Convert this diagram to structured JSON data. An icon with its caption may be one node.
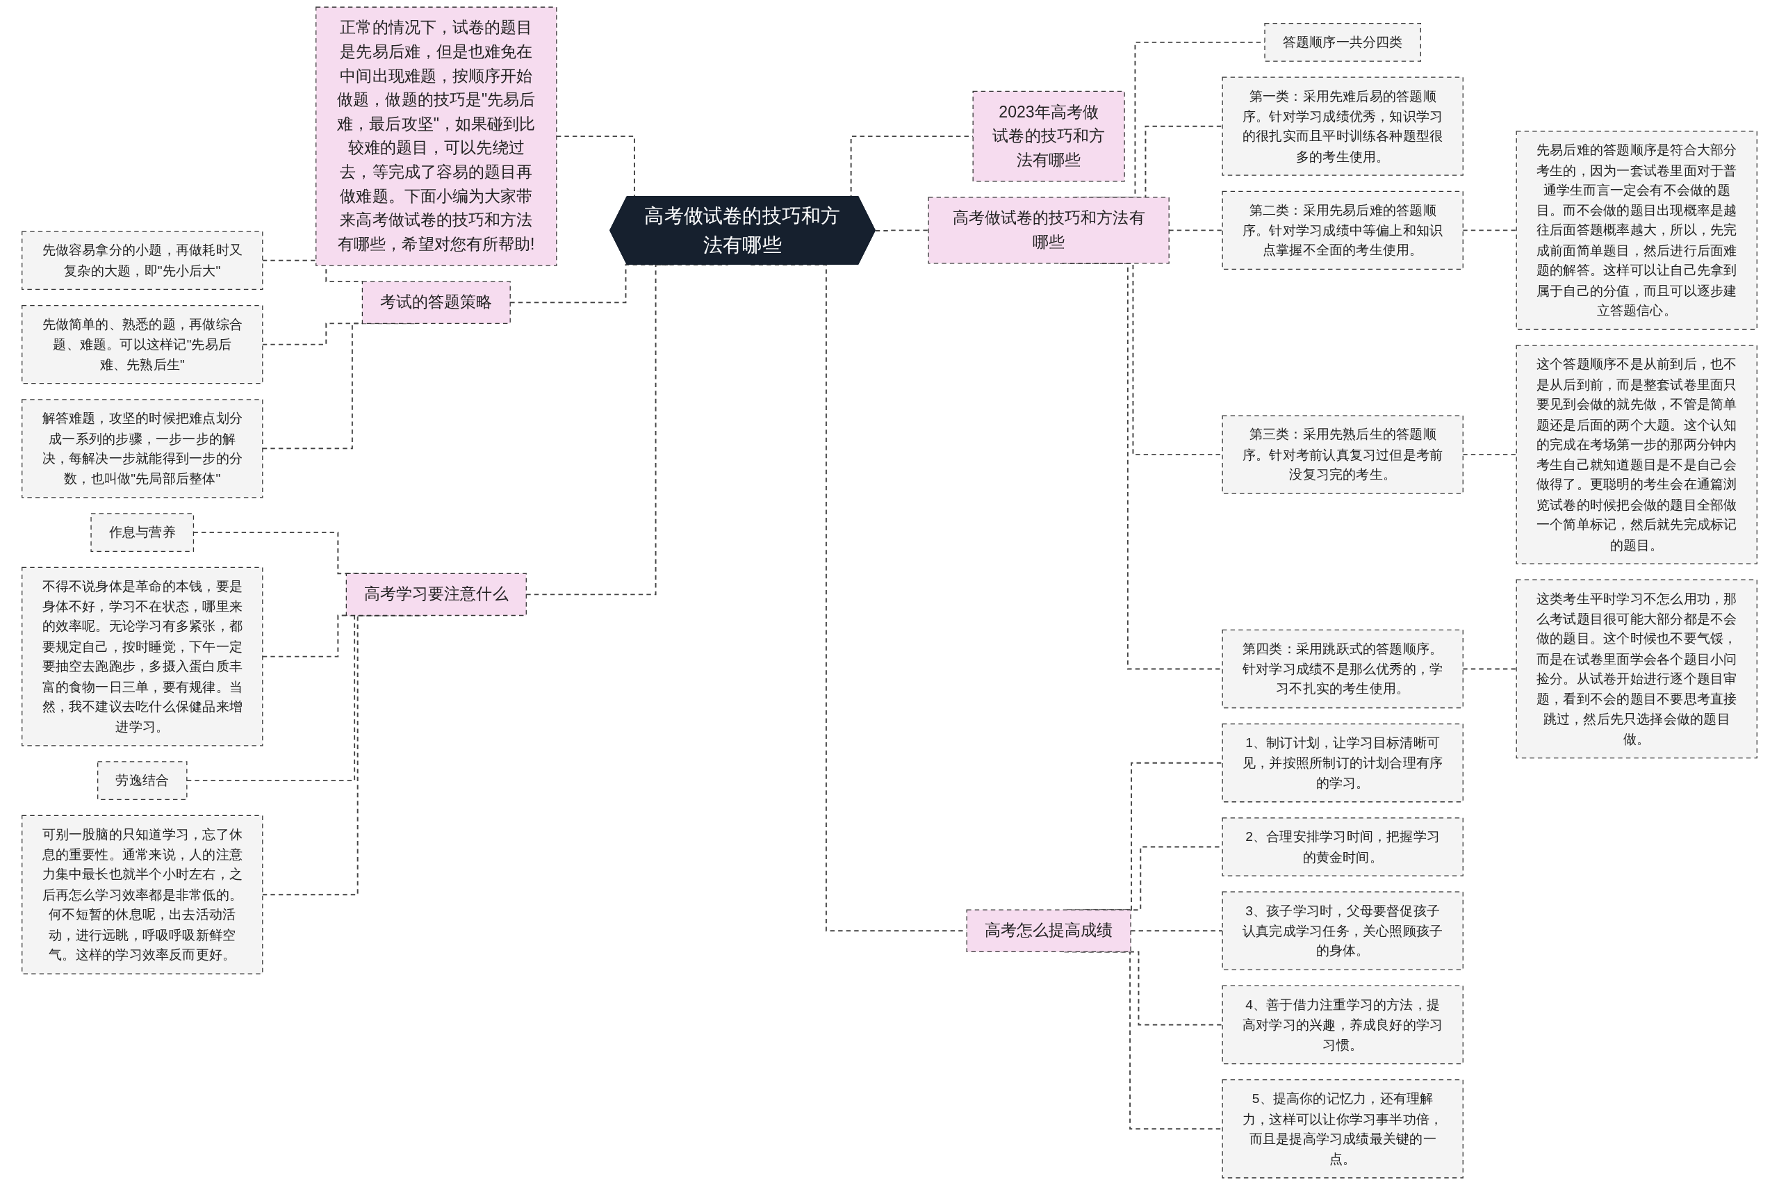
{
  "diagram": {
    "nodes": [
      {
        "text": [
          "高考做试卷的技巧和方法有哪些"
        ]
      },
      {
        "text": [
          "正常的情况下，试卷的题目是先易后难，但是也难免在中间出现难题，按顺序开始做题，做题的技巧是\"先易后难，最后攻坚\"，如果碰到比较难的题目，可以先绕过去，等完成了容易的题目再做难题。下面小编为大家带来高考做试卷的技巧和方法有哪些，希望对您有所帮助!"
        ]
      },
      {
        "text": [
          "考试的答题策略"
        ]
      },
      {
        "text": [
          "先做容易拿分的小题，再做耗时又复杂的大题，即\"先小后大\""
        ]
      },
      {
        "text": [
          "先做简单的、熟悉的题，再做综合题、难题。可以这样记\"先易后难、先熟后生\""
        ]
      },
      {
        "text": [
          "解答难题，攻坚的时候把难点划分成一系列的步骤，一步一步的解决，每解决一步就能得到一步的分数，也叫做\"先局部后整体\""
        ]
      },
      {
        "text": [
          "高考学习要注意什么"
        ]
      },
      {
        "text": [
          "作息与营养"
        ]
      },
      {
        "text": [
          "不得不说身体是革命的本钱，要是身体不好，学习不在状态，哪里来的效率呢。无论学习有多紧张，都要规定自己，按时睡觉，下午一定要抽空去跑跑步，多摄入蛋白质丰富的食物一日三单，要有规律。当然，我不建议去吃什么保健品来增进学习。"
        ]
      },
      {
        "text": [
          "劳逸结合"
        ]
      },
      {
        "text": [
          "可别一股脑的只知道学习，忘了休息的重要性。通常来说，人的注意力集中最长也就半个小时左右，之后再怎么学习效率都是非常低的。何不短暂的休息呢，出去活动活动，进行远眺，呼吸呼吸新鲜空气。这样的学习效率反而更好。"
        ]
      },
      {
        "text": [
          "2023年高考做试卷的技巧和方法有哪些"
        ]
      },
      {
        "text": [
          "高考做试卷的技巧和方法有哪些"
        ]
      },
      {
        "text": [
          "答题顺序一共分四类"
        ]
      },
      {
        "text": [
          "第一类：采用先难后易的答题顺序。针对学习成绩优秀，知识学习的很扎实而且平时训练各种题型很多的考生使用。"
        ]
      },
      {
        "text": [
          "第二类：采用先易后难的答题顺序。针对学习成绩中等偏上和知识点掌握不全面的考生使用。"
        ]
      },
      {
        "text": [
          "先易后难的答题顺序是符合大部分考生的，因为一套试卷里面对于普通学生而言一定会有不会做的题目。而不会做的题目出现概率是越往后面答题概率越大，所以，先完成前面简单题目，然后进行后面难题的解答。这样可以让自己先拿到属于自己的分值，而且可以逐步建立答题信心。"
        ]
      },
      {
        "text": [
          "第三类：采用先熟后生的答题顺序。针对考前认真复习过但是考前没复习完的考生。"
        ]
      },
      {
        "text": [
          "这个答题顺序不是从前到后，也不是从后到前，而是整套试卷里面只要见到会做的就先做，不管是简单题还是后面的两个大题。这个认知的完成在考场第一步的那两分钟内考生自己就知道题目是不是自己会做得了。更聪明的考生会在通篇浏览试卷的时候把会做的题目全部做一个简单标记，然后就先完成标记的题目。"
        ]
      },
      {
        "text": [
          "第四类：采用跳跃式的答题顺序。针对学习成绩不是那么优秀的，学习不扎实的考生使用。"
        ]
      },
      {
        "text": [
          "这类考生平时学习不怎么用功，那么考试题目很可能大部分都是不会做的题目。这个时候也不要气馁，而是在试卷里面学会各个题目小问捡分。从试卷开始进行逐个题目审题，看到不会的题目不要思考直接跳过，然后先只选择会做的题目做。"
        ]
      },
      {
        "text": [
          "高考怎么提高成绩"
        ]
      },
      {
        "text": [
          "1、制订计划，让学习目标清晰可见，并按照所制订的计划合理有序的学习。"
        ]
      },
      {
        "text": [
          "2、合理安排学习时间，把握学习的黄金时间。"
        ]
      },
      {
        "text": [
          "3、孩子学习时，父母要督促孩子认真完成学习任务，关心照顾孩子的身体。"
        ]
      },
      {
        "text": [
          "4、善于借力注重学习的方法，提高对学习的兴趣，养成良好的学习习惯。"
        ]
      },
      {
        "text": [
          "5、提高你的记忆力，还有理解力，这样可以让你学习事半功倍，而且是提高学习成绩最关键的一点。"
        ]
      }
    ],
    "edges": [
      {
        "from": 1,
        "to": 0,
        "arrow": "none",
        "style": "dashed"
      },
      {
        "from": 3,
        "to": 2,
        "arrow": "none",
        "style": "dashed"
      },
      {
        "from": 4,
        "to": 2,
        "arrow": "none",
        "style": "dashed"
      },
      {
        "from": 5,
        "to": 2,
        "arrow": "none",
        "style": "dashed"
      },
      {
        "from": 2,
        "to": 0,
        "arrow": "none",
        "style": "dashed"
      },
      {
        "from": 7,
        "to": 6,
        "arrow": "none",
        "style": "dashed"
      },
      {
        "from": 8,
        "to": 6,
        "arrow": "none",
        "style": "dashed"
      },
      {
        "from": 9,
        "to": 6,
        "arrow": "none",
        "style": "dashed"
      },
      {
        "from": 10,
        "to": 6,
        "arrow": "none",
        "style": "dashed"
      },
      {
        "from": 6,
        "to": 0,
        "arrow": "none",
        "style": "dashed"
      },
      {
        "from": 0,
        "to": 11,
        "arrow": "none",
        "style": "dashed"
      },
      {
        "from": 0,
        "to": 12,
        "arrow": "none",
        "style": "dashed"
      },
      {
        "from": 12,
        "to": 13,
        "arrow": "none",
        "style": "dashed"
      },
      {
        "from": 12,
        "to": 14,
        "arrow": "none",
        "style": "dashed"
      },
      {
        "from": 12,
        "to": 15,
        "arrow": "none",
        "style": "dashed"
      },
      {
        "from": 15,
        "to": 16,
        "arrow": "none",
        "style": "dashed"
      },
      {
        "from": 12,
        "to": 17,
        "arrow": "none",
        "style": "dashed"
      },
      {
        "from": 17,
        "to": 18,
        "arrow": "none",
        "style": "dashed"
      },
      {
        "from": 12,
        "to": 19,
        "arrow": "none",
        "style": "dashed"
      },
      {
        "from": 19,
        "to": 20,
        "arrow": "none",
        "style": "dashed"
      },
      {
        "from": 0,
        "to": 21,
        "arrow": "none",
        "style": "dashed"
      },
      {
        "from": 21,
        "to": 22,
        "arrow": "none",
        "style": "dashed"
      },
      {
        "from": 21,
        "to": 23,
        "arrow": "none",
        "style": "dashed"
      },
      {
        "from": 21,
        "to": 24,
        "arrow": "none",
        "style": "dashed"
      },
      {
        "from": 21,
        "to": 25,
        "arrow": "none",
        "style": "dashed"
      },
      {
        "from": 21,
        "to": 26,
        "arrow": "none",
        "style": "dashed"
      }
    ]
  }
}
